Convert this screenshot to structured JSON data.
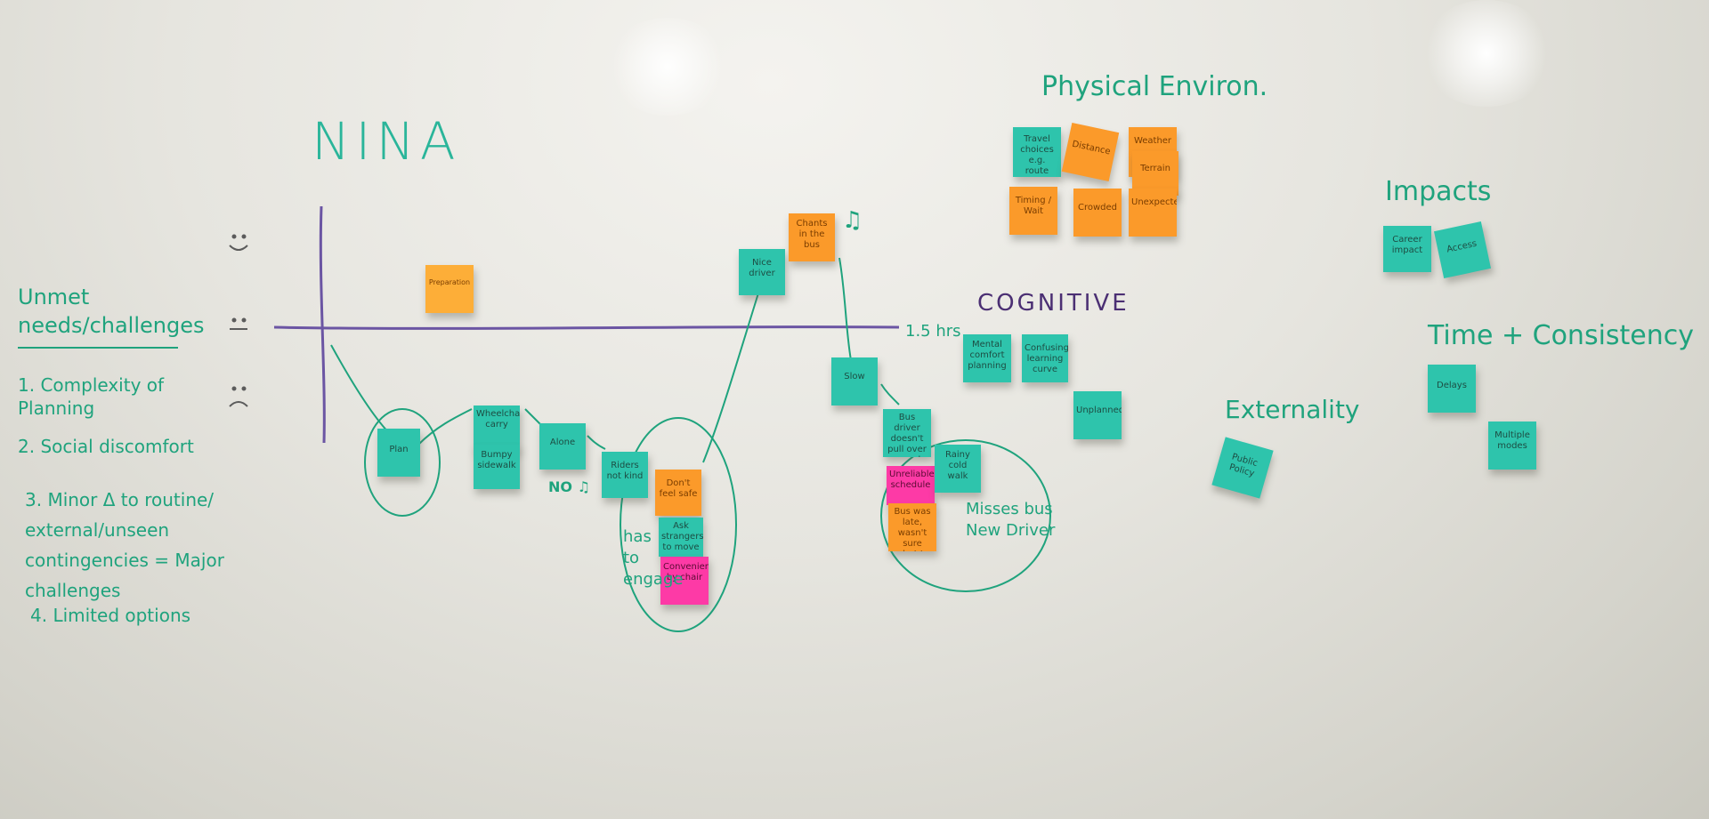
{
  "title": "NINA",
  "face_icons": [
    "☺",
    "😐",
    "☹"
  ],
  "needs_header": "Unmet needs/challenges",
  "needs": [
    "1. Complexity of Planning",
    "2. Social discomfort",
    "3. Minor Δ to routine/ external/unseen contingencies = Major challenges",
    "4. Limited options"
  ],
  "timeline_end_label": "1.5 hrs",
  "journey_notes": {
    "preparation": "Preparation",
    "plan": "Plan",
    "wheelchair": "Wheelchair carry",
    "bumpy": "Bumpy sidewalk",
    "alone": "Alone",
    "riders_not": "Riders not kind",
    "dont_feel": "Don't feel safe",
    "ask_strangers": "Ask strangers to move",
    "pink1": "Convenience by chair",
    "nice_driver": "Nice driver",
    "music": "Chants in the bus",
    "slow": "Slow",
    "bus_driver": "Bus driver doesn't pull over enough",
    "pink2": "Unreliable schedule",
    "rainy": "Rainy cold walk",
    "orange_late": "Bus was late, wasn't sure what to do"
  },
  "journey_labels": {
    "no_music": "NO ♫",
    "has_to_engage": "has to engage",
    "misses_bus": "Misses bus",
    "new_driver": "New Driver"
  },
  "physical": {
    "heading": "Physical Environ.",
    "notes": [
      "Travel choices e.g. route",
      "Distance",
      "Weather",
      "Terrain",
      "Timing / Wait",
      "Crowded",
      "Unexpected"
    ]
  },
  "cognitive": {
    "heading": "COGNITIVE",
    "notes": [
      "Mental comfort planning",
      "Confusing learning curve",
      "Unplanned"
    ]
  },
  "impacts": {
    "heading": "Impacts",
    "notes": [
      "Career impact",
      "Access"
    ]
  },
  "time_consistency": {
    "heading": "Time + Consistency",
    "notes": [
      "Delays",
      "Multiple modes"
    ]
  },
  "externality": {
    "heading": "Externality",
    "notes": [
      "Public Policy"
    ]
  }
}
